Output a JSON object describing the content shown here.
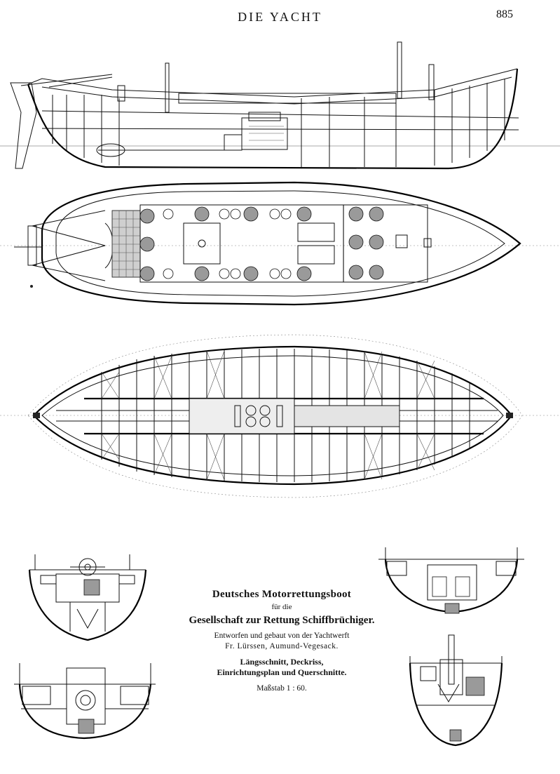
{
  "header": {
    "title": "DIE YACHT",
    "page_number": "885"
  },
  "caption": {
    "title": "Deutsches Motorrettungsboot",
    "fuer": "für die",
    "organization": "Gesellschaft zur Rettung Schiffbrüchiger.",
    "design_line": "Entworfen und gebaut von der Yachtwerft",
    "yard_line": "Fr. Lürssen, Aumund-Vegesack.",
    "contents_line1": "Längsschnitt, Deckriss,",
    "contents_line2": "Einrichtungsplan und Querschnitte.",
    "scale": "Maßstab 1 : 60."
  },
  "colors": {
    "ink": "#111111",
    "paper": "#ffffff",
    "shade": "#9a9a9a"
  }
}
